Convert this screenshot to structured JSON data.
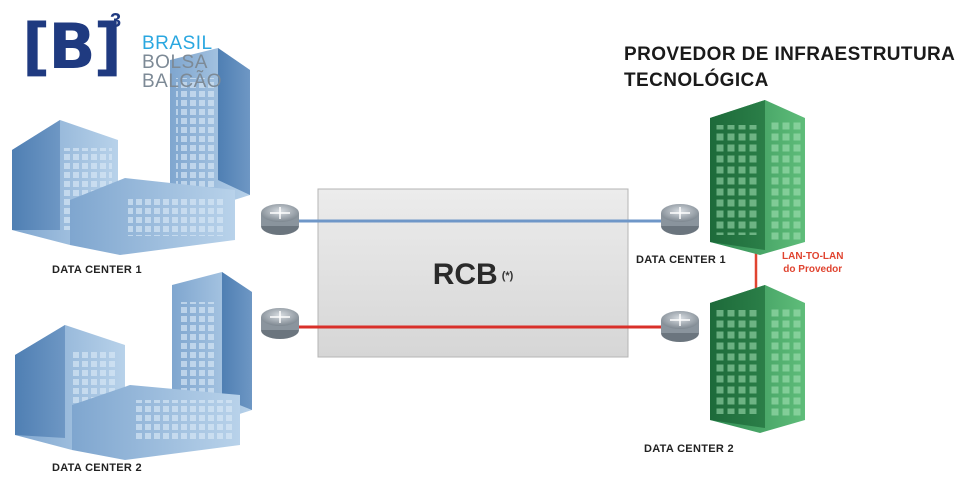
{
  "logo": {
    "mark": "[B]",
    "superscript": "3",
    "lines": [
      "BRASIL",
      "BOLSA",
      "BALCÃO"
    ],
    "colors": [
      "#2aa7e0",
      "#7d8a96",
      "#7d8a96"
    ],
    "brand_color": "#1f3a80"
  },
  "provider_title": [
    "PROVEDOR DE INFRAESTRUTURA",
    "TECNOLÓGICA"
  ],
  "left_side": {
    "dc1_label": "DATA CENTER 1",
    "dc2_label": "DATA CENTER 2"
  },
  "right_side": {
    "dc1_label": "DATA CENTER 1",
    "dc2_label": "DATA CENTER 2",
    "lan_label": [
      "LAN-TO-LAN",
      "do Provedor"
    ]
  },
  "network": {
    "name": "RCB",
    "note": "(*)",
    "link_colors": {
      "top": "#6f97c8",
      "bottom": "#d9302a",
      "lan": "#e04430"
    }
  }
}
